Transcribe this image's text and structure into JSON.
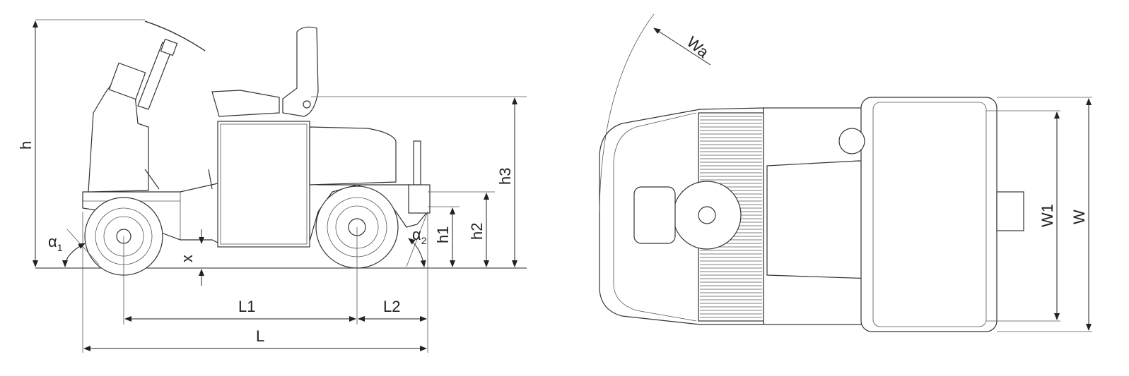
{
  "labels": {
    "h": "h",
    "alpha1": "α",
    "alpha1_sub": "1",
    "alpha2": "α",
    "alpha2_sub": "2",
    "x": "x",
    "L1": "L1",
    "L2": "L2",
    "L": "L",
    "h1": "h1",
    "h2": "h2",
    "h3": "h3",
    "Wa": "Wa",
    "W1": "W1",
    "W": "W"
  }
}
